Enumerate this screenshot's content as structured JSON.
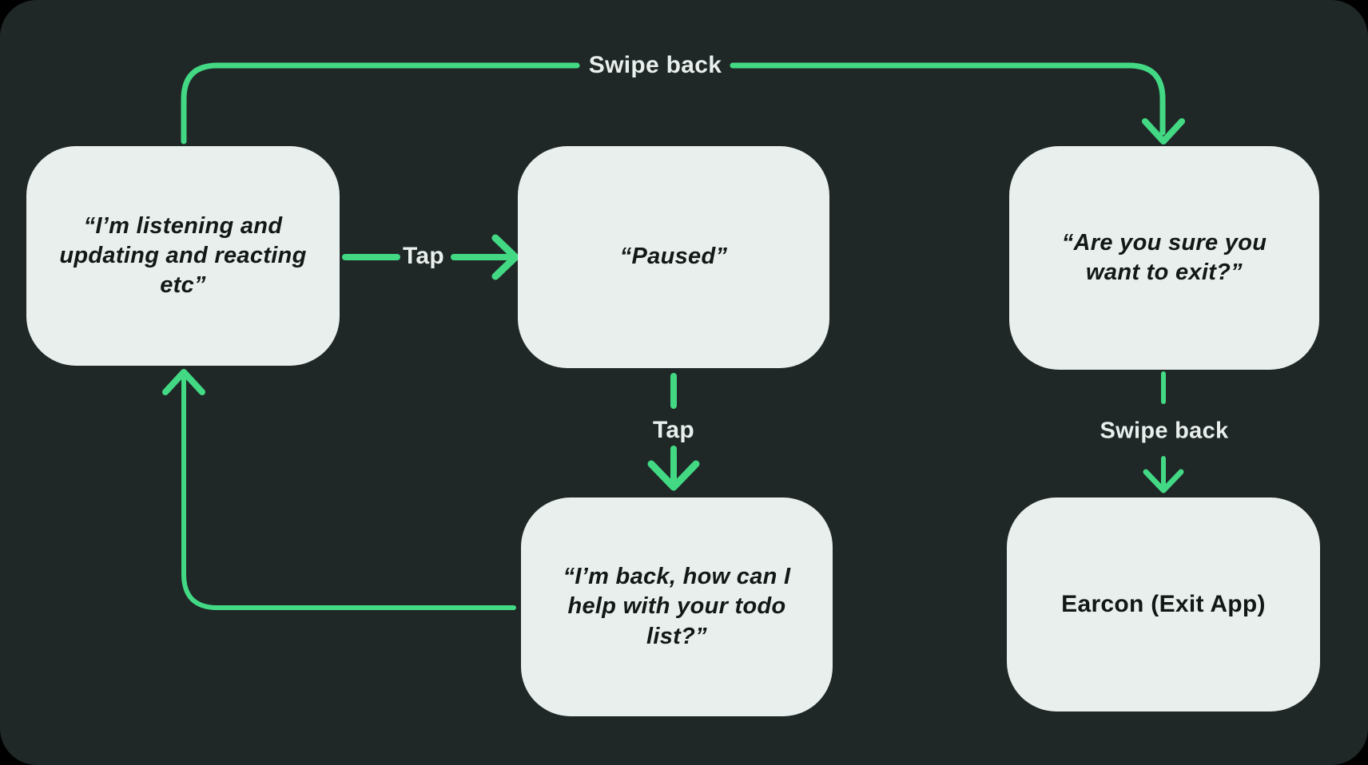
{
  "diagram": {
    "type": "flowchart",
    "theme": {
      "background": "#000000",
      "panel": "#1f2827",
      "node_fill": "#e8efec",
      "node_text": "#111816",
      "arrow": "#43d984",
      "label_text": "#e9efec"
    },
    "nodes": [
      {
        "id": "listening",
        "text": "“I’m listening and updating and reacting etc”"
      },
      {
        "id": "paused",
        "text": "“Paused”"
      },
      {
        "id": "confirm-exit",
        "text": "“Are you sure you want to exit?”"
      },
      {
        "id": "back-from-pause",
        "text": "“I’m back, how can I help with your todo list?”"
      },
      {
        "id": "earcon-exit",
        "text": "Earcon (Exit App)"
      }
    ],
    "edges": [
      {
        "from": "listening",
        "to": "confirm-exit",
        "label": "Swipe back"
      },
      {
        "from": "listening",
        "to": "paused",
        "label": "Tap"
      },
      {
        "from": "paused",
        "to": "back-from-pause",
        "label": "Tap"
      },
      {
        "from": "confirm-exit",
        "to": "earcon-exit",
        "label": "Swipe back"
      },
      {
        "from": "back-from-pause",
        "to": "listening",
        "label": ""
      }
    ]
  }
}
